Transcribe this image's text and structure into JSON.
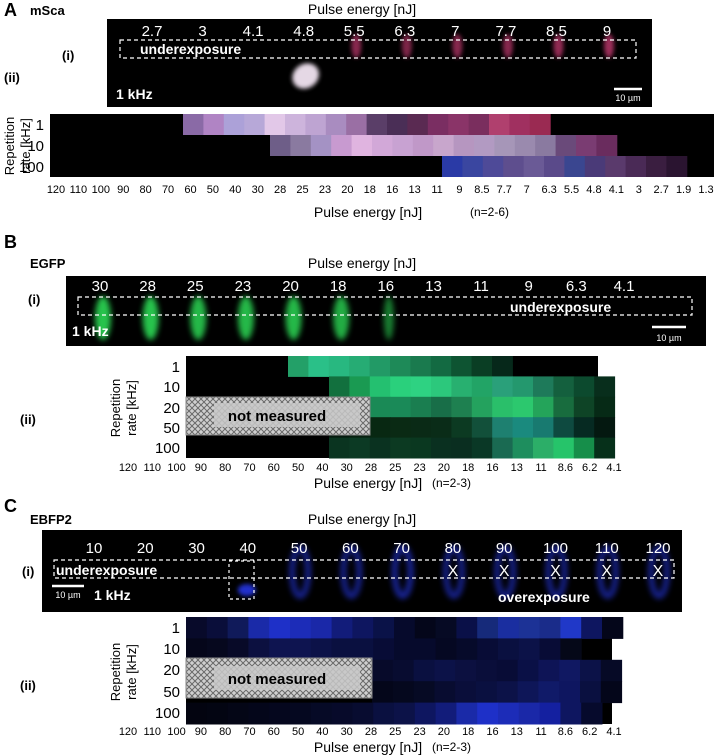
{
  "colors": {
    "mSca": "#d23c78",
    "mScaBright": "#f2e4f2",
    "EGFP": "#2ee65a",
    "EBFP2": "#2a3cff",
    "hatch": "#9a9a9a"
  },
  "A": {
    "letter": "A",
    "protein": "mSca",
    "top_title": "Pulse energy [nJ]",
    "row_i": "(i)",
    "row_ii": "(ii)",
    "energies": [
      "2.7",
      "3",
      "4.1",
      "4.8",
      "5.5",
      "6.3",
      "7",
      "7.7",
      "8.5",
      "9"
    ],
    "under_label": "underexposure",
    "freq_label": "1 kHz",
    "scale_label": "10 µm",
    "y_label_line1": "Repetition",
    "y_label_line2": "rate [kHz]",
    "rates": [
      "1",
      "10",
      "100"
    ],
    "x_ticks": [
      "120",
      "110",
      "100",
      "90",
      "80",
      "70",
      "60",
      "50",
      "40",
      "30",
      "28",
      "25",
      "23",
      "20",
      "18",
      "16",
      "13",
      "11",
      "9",
      "8.5",
      "7.7",
      "7",
      "6.3",
      "5.5",
      "4.8",
      "4.1",
      "3",
      "2.7",
      "1.9",
      "1.3"
    ],
    "x_title": "Pulse energy [nJ]",
    "n_label": "(n=2-6)"
  },
  "B": {
    "letter": "B",
    "protein": "EGFP",
    "top_title": "Pulse energy [nJ]",
    "row_i": "(i)",
    "row_ii": "(ii)",
    "energies": [
      "30",
      "28",
      "25",
      "23",
      "20",
      "18",
      "16",
      "13",
      "11",
      "9",
      "6.3",
      "4.1"
    ],
    "under_label": "underexposure",
    "freq_label": "1 kHz",
    "scale_label": "10 µm",
    "y_label_line1": "Repetition",
    "y_label_line2": "rate [kHz]",
    "rates": [
      "1",
      "10",
      "20",
      "50",
      "100"
    ],
    "not_measured": "not measured",
    "x_ticks": [
      "120",
      "110",
      "100",
      "90",
      "80",
      "70",
      "60",
      "50",
      "40",
      "30",
      "28",
      "25",
      "23",
      "20",
      "18",
      "16",
      "13",
      "11",
      "8.6",
      "6.2",
      "4.1"
    ],
    "x_title": "Pulse energy [nJ]",
    "n_label": "(n=2-3)"
  },
  "C": {
    "letter": "C",
    "protein": "EBFP2",
    "top_title": "Pulse energy [nJ]",
    "row_i": "(i)",
    "row_ii": "(ii)",
    "energies": [
      "10",
      "20",
      "30",
      "40",
      "50",
      "60",
      "70",
      "80",
      "90",
      "100",
      "110",
      "120"
    ],
    "x_mark": "X",
    "under_label": "underexposure",
    "over_label": "overexposure",
    "freq_label": "1 kHz",
    "scale_label": "10 µm",
    "y_label_line1": "Repetition",
    "y_label_line2": "rate [kHz]",
    "rates": [
      "1",
      "10",
      "20",
      "50",
      "100"
    ],
    "not_measured": "not measured",
    "x_ticks": [
      "120",
      "110",
      "100",
      "90",
      "80",
      "70",
      "60",
      "50",
      "40",
      "30",
      "28",
      "25",
      "23",
      "20",
      "18",
      "16",
      "13",
      "11",
      "8.6",
      "6.2",
      "4.1"
    ],
    "x_title": "Pulse energy [nJ]",
    "n_label": "(n=2-3)"
  }
}
